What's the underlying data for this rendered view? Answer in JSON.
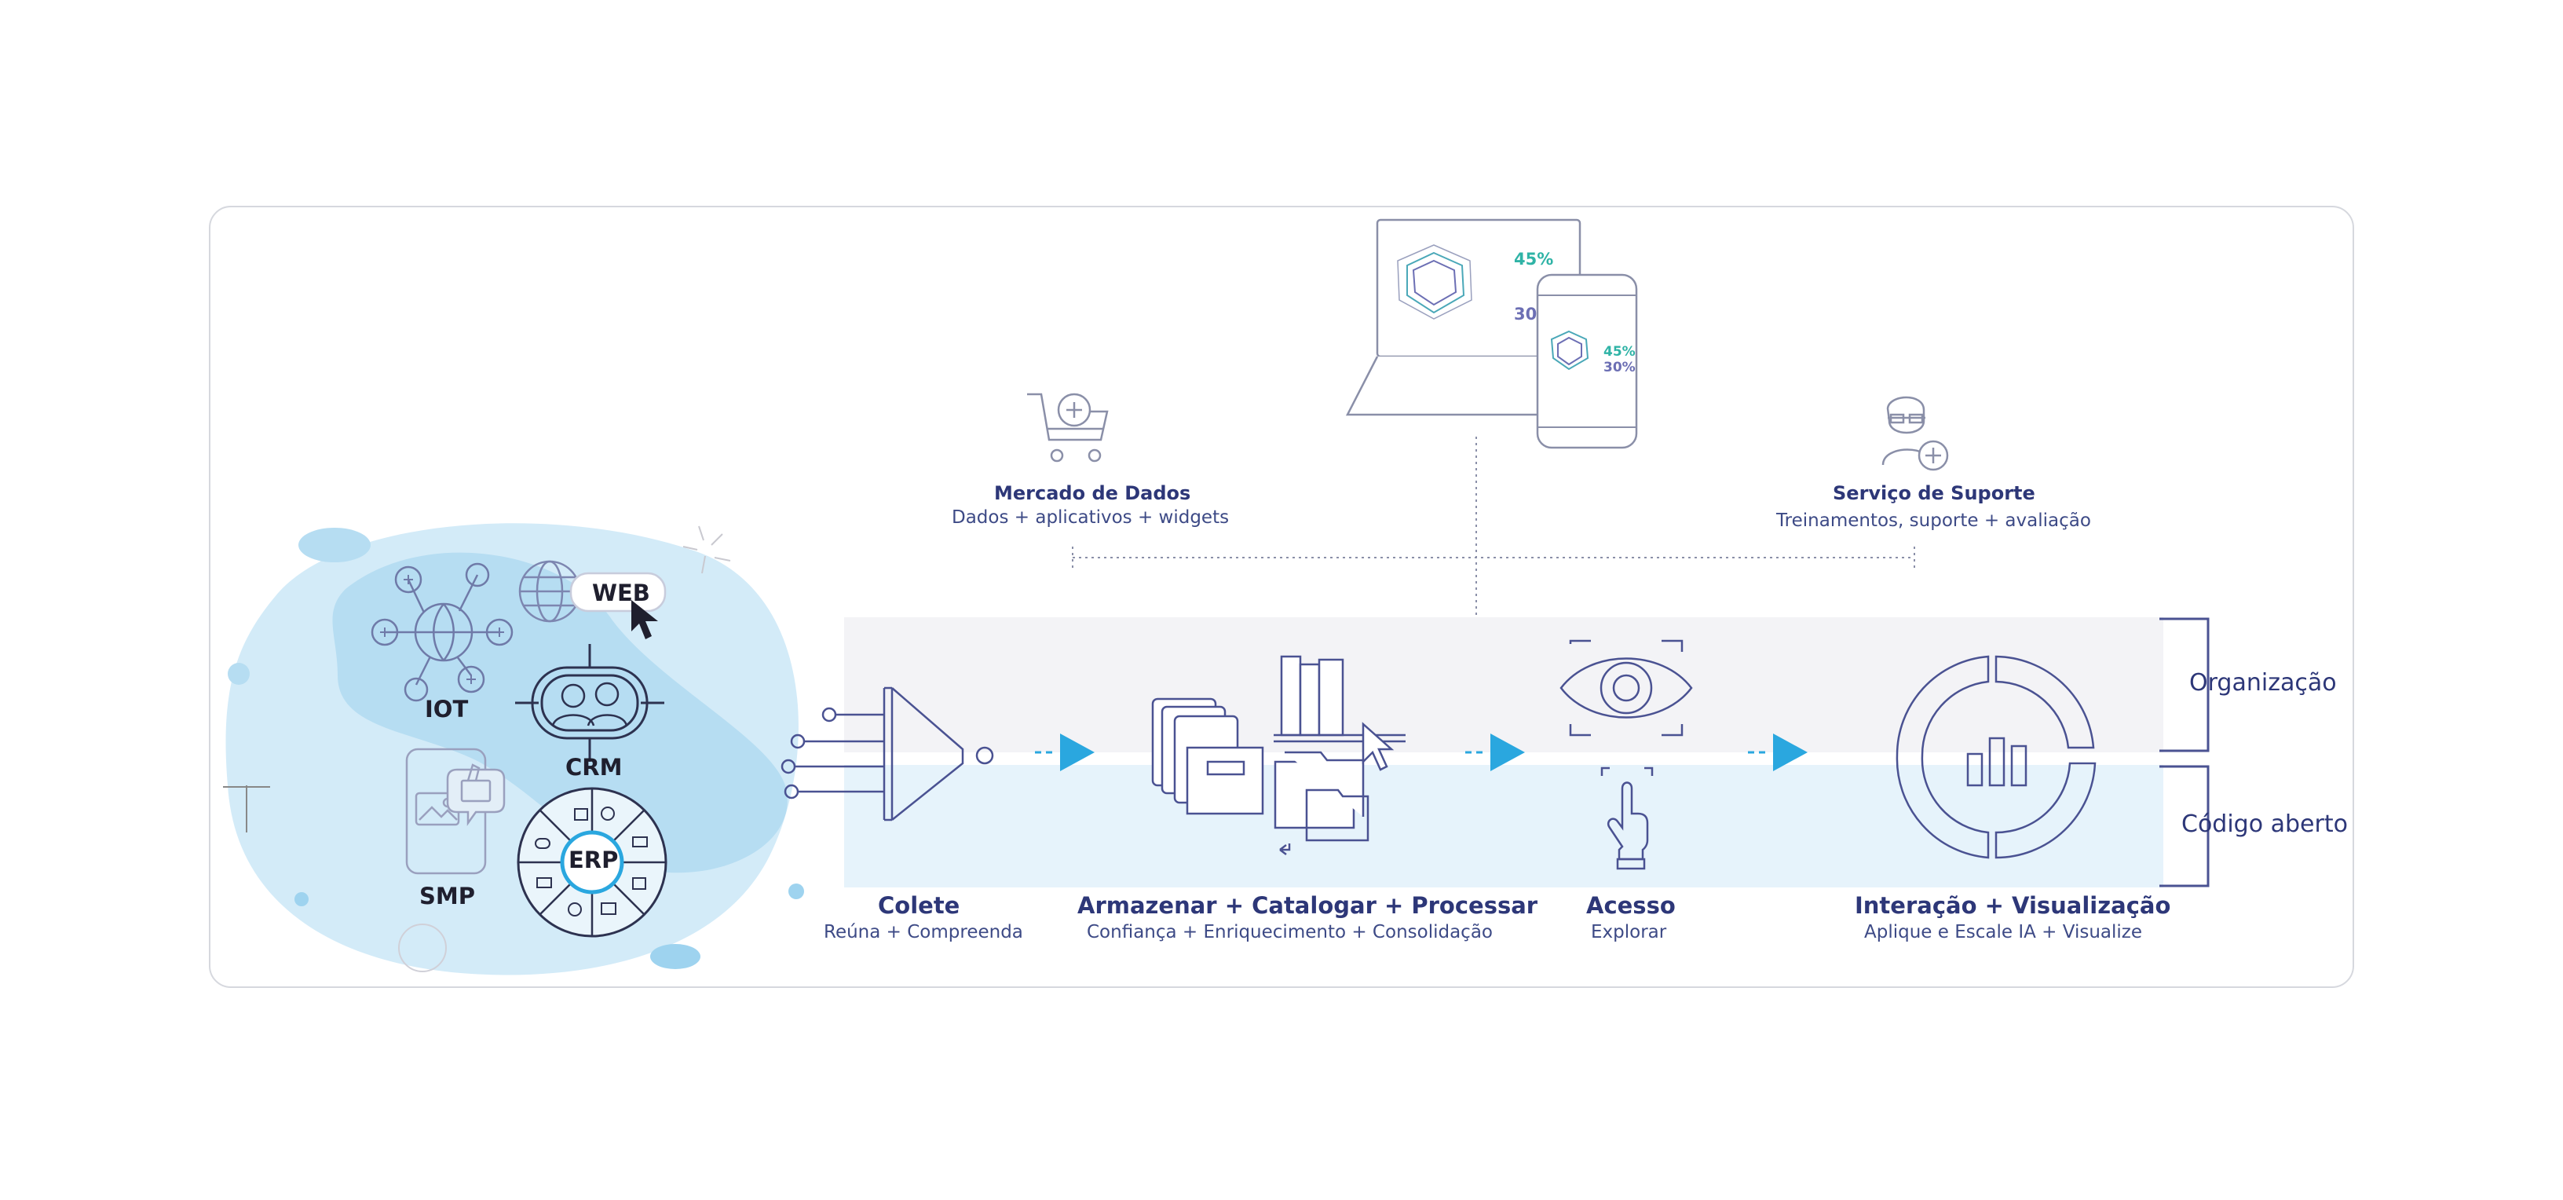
{
  "top": {
    "market": {
      "title": "Mercado de Dados",
      "subtitle": "Dados + aplicativos + widgets"
    },
    "support": {
      "title": "Serviço de Suporte",
      "subtitle": "Treinamentos, suporte + avaliação"
    },
    "devices": {
      "laptop_pct_1": "45%",
      "laptop_pct_2": "30",
      "phone_pct_1": "45%",
      "phone_pct_2": "30%"
    }
  },
  "sources": {
    "web": "WEB",
    "iot": "IOT",
    "crm": "CRM",
    "smp": "SMP",
    "erp": "ERP"
  },
  "stages": [
    {
      "title": "Colete",
      "subtitle": "Reúna + Compreenda"
    },
    {
      "title": "Armazenar + Catalogar + Processar",
      "subtitle": "Confiança + Enriquecimento + Consolidação"
    },
    {
      "title": "Acesso",
      "subtitle": "Explorar"
    },
    {
      "title": "Interação + Visualização",
      "subtitle": "Aplique e Escale IA + Visualize"
    }
  ],
  "brackets": {
    "upper": "Organização",
    "lower": "Código aberto"
  },
  "colors": {
    "navy": "#2d3778",
    "arrow": "#2aa7df",
    "blob_light": "#d3ebf8",
    "blob_mid": "#b6ddf2",
    "band_top": "#f3f3f6",
    "band_bottom": "#e6f3fb",
    "icon_stroke": "#4a5292"
  }
}
